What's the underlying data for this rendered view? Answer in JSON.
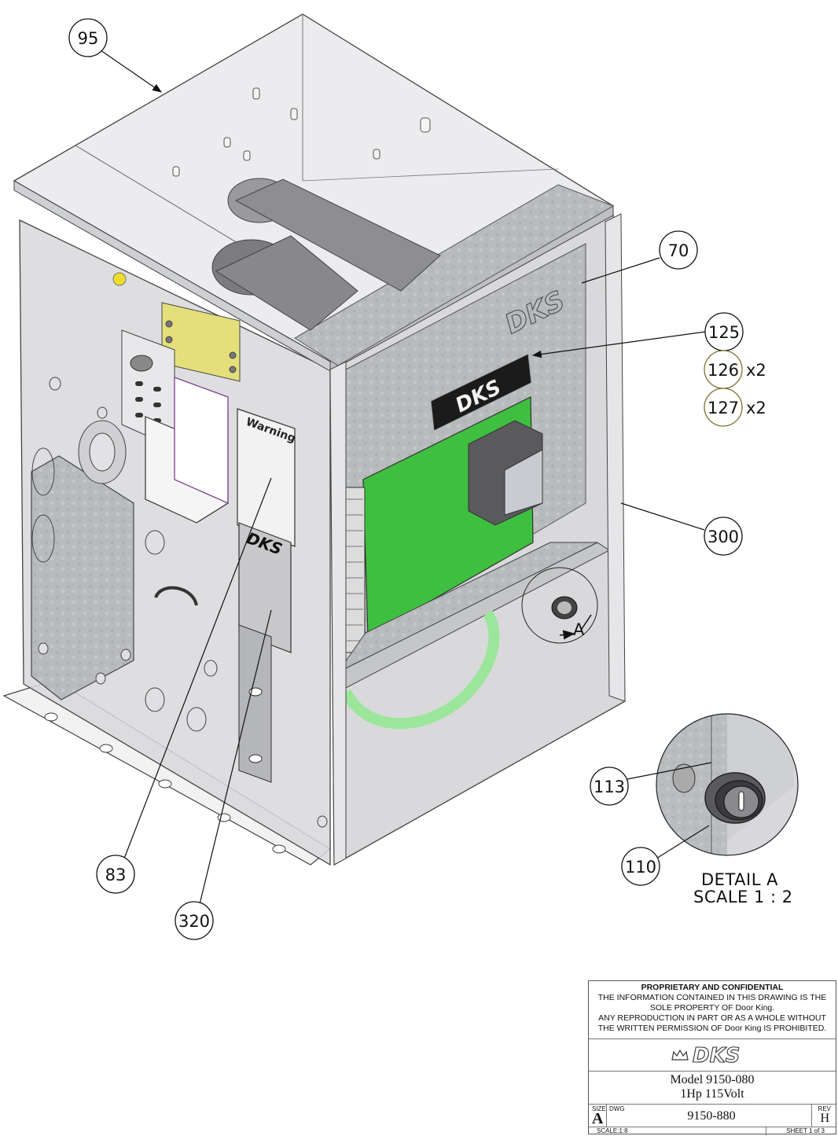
{
  "balloons": [
    {
      "id": "95",
      "label": "95"
    },
    {
      "id": "70",
      "label": "70"
    },
    {
      "id": "125",
      "label": "125"
    },
    {
      "id": "126",
      "label": "126",
      "qty": "x2"
    },
    {
      "id": "127",
      "label": "127",
      "qty": "x2"
    },
    {
      "id": "300",
      "label": "300"
    },
    {
      "id": "113",
      "label": "113"
    },
    {
      "id": "110",
      "label": "110"
    },
    {
      "id": "83",
      "label": "83"
    },
    {
      "id": "320",
      "label": "320"
    }
  ],
  "detail": {
    "view_letter": "A",
    "title": "DETAIL A",
    "scale": "SCALE 1 : 2"
  },
  "labels": {
    "warning": "Warning",
    "brand": "DKS"
  },
  "title_block": {
    "proprietary_heading": "PROPRIETARY AND CONFIDENTIAL",
    "proprietary_lines": [
      "THE INFORMATION CONTAINED IN THIS DRAWING IS THE",
      "SOLE PROPERTY OF Door King.",
      "ANY REPRODUCTION IN PART OR AS A WHOLE WITHOUT",
      "THE WRITTEN PERMISSION OF Door King IS PROHIBITED."
    ],
    "logo_text": "DKS",
    "model_line1": "Model 9150-080",
    "model_line2": "1Hp 115Volt",
    "size_label": "SIZE",
    "size_value": "A",
    "dwg_label": "DWG",
    "dwg_number": "9150-880",
    "rev_label": "REV",
    "rev_value": "H",
    "scale": "SCALE:1:8",
    "sheet": "SHEET 1 of 3"
  },
  "colors": {
    "enclosure": "#d9d9dc",
    "galvanized": "#b9bcbe",
    "circuit_board": "#3fbf3f",
    "yellow_board": "#e4df7a",
    "balloon_olive": "#7a7030",
    "line": "#222222"
  }
}
